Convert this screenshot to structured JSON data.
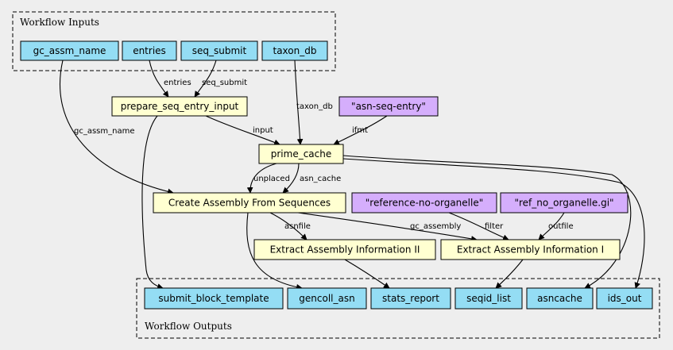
{
  "colors": {
    "background": "#eeeeee",
    "io_node": "#94ddf4",
    "step_node": "#ffffd1",
    "literal_node": "#d5aefc"
  },
  "clusters": {
    "inputs_label": "Workflow Inputs",
    "outputs_label": "Workflow Outputs"
  },
  "nodes": [
    {
      "id": "gc_assm_name",
      "label": "gc_assm_name",
      "kind": "io"
    },
    {
      "id": "entries",
      "label": "entries",
      "kind": "io"
    },
    {
      "id": "seq_submit",
      "label": "seq_submit",
      "kind": "io"
    },
    {
      "id": "taxon_db",
      "label": "taxon_db",
      "kind": "io"
    },
    {
      "id": "prepare_seq_entry_input",
      "label": "prepare_seq_entry_input",
      "kind": "step"
    },
    {
      "id": "asn_seq_entry",
      "label": "\"asn-seq-entry\"",
      "kind": "literal"
    },
    {
      "id": "prime_cache",
      "label": "prime_cache",
      "kind": "step"
    },
    {
      "id": "create_assembly",
      "label": "Create Assembly From Sequences",
      "kind": "step"
    },
    {
      "id": "reference_no_organelle",
      "label": "\"reference-no-organelle\"",
      "kind": "literal"
    },
    {
      "id": "ref_no_organelle_gi",
      "label": "\"ref_no_organelle.gi\"",
      "kind": "literal"
    },
    {
      "id": "extract_info_2",
      "label": "Extract Assembly Information II",
      "kind": "step"
    },
    {
      "id": "extract_info_1",
      "label": "Extract Assembly Information I",
      "kind": "step"
    },
    {
      "id": "submit_block_template",
      "label": "submit_block_template",
      "kind": "io"
    },
    {
      "id": "gencoll_asn",
      "label": "gencoll_asn",
      "kind": "io"
    },
    {
      "id": "stats_report",
      "label": "stats_report",
      "kind": "io"
    },
    {
      "id": "seqid_list",
      "label": "seqid_list",
      "kind": "io"
    },
    {
      "id": "asncache",
      "label": "asncache",
      "kind": "io"
    },
    {
      "id": "ids_out",
      "label": "ids_out",
      "kind": "io"
    }
  ],
  "edges": [
    {
      "from": "entries",
      "to": "prepare_seq_entry_input",
      "label": "entries"
    },
    {
      "from": "seq_submit",
      "to": "prepare_seq_entry_input",
      "label": "seq_submit"
    },
    {
      "from": "taxon_db",
      "to": "prime_cache",
      "label": "taxon_db"
    },
    {
      "from": "prepare_seq_entry_input",
      "to": "prime_cache",
      "label": "input"
    },
    {
      "from": "asn_seq_entry",
      "to": "prime_cache",
      "label": "ifmt"
    },
    {
      "from": "gc_assm_name",
      "to": "create_assembly",
      "label": "gc_assm_name"
    },
    {
      "from": "prime_cache",
      "to": "create_assembly",
      "label": "unplaced"
    },
    {
      "from": "prime_cache",
      "to": "create_assembly",
      "label": "asn_cache"
    },
    {
      "from": "create_assembly",
      "to": "extract_info_2",
      "label": "asnfile"
    },
    {
      "from": "create_assembly",
      "to": "extract_info_1",
      "label": "gc_assembly"
    },
    {
      "from": "reference_no_organelle",
      "to": "extract_info_1",
      "label": "filter"
    },
    {
      "from": "ref_no_organelle_gi",
      "to": "extract_info_1",
      "label": "outfile"
    },
    {
      "from": "prepare_seq_entry_input",
      "to": "submit_block_template",
      "label": ""
    },
    {
      "from": "create_assembly",
      "to": "gencoll_asn",
      "label": ""
    },
    {
      "from": "extract_info_2",
      "to": "stats_report",
      "label": ""
    },
    {
      "from": "extract_info_1",
      "to": "seqid_list",
      "label": ""
    },
    {
      "from": "prime_cache",
      "to": "asncache",
      "label": ""
    },
    {
      "from": "prime_cache",
      "to": "ids_out",
      "label": ""
    }
  ]
}
